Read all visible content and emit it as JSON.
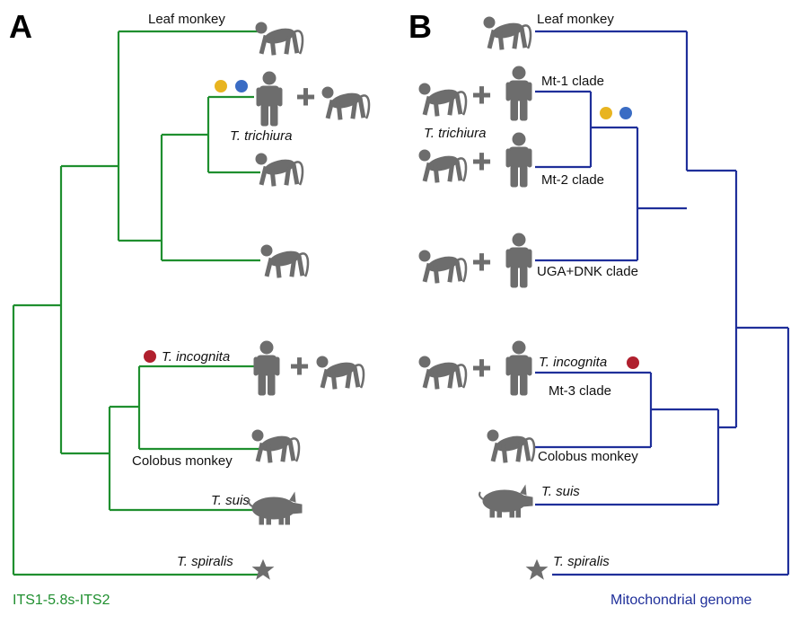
{
  "panels": {
    "a": {
      "letter": "A",
      "footer": "ITS1-5.8s-ITS2"
    },
    "b": {
      "letter": "B",
      "footer": "Mitochondrial genome"
    }
  },
  "labels": {
    "a_leaf_monkey": "Leaf monkey",
    "a_t_trichiura": "T. trichiura",
    "a_t_incognita": "T. incognita",
    "a_colobus": "Colobus monkey",
    "a_t_suis": "T. suis",
    "a_t_spiralis": "T. spiralis",
    "b_leaf_monkey": "Leaf monkey",
    "b_mt1": "Mt-1 clade",
    "b_t_trichiura": "T. trichiura",
    "b_mt2": "Mt-2 clade",
    "b_uga": "UGA+DNK clade",
    "b_t_incognita": "T. incognita",
    "b_mt3": "Mt-3 clade",
    "b_colobus": "Colobus monkey",
    "b_t_suis": "T. suis",
    "b_t_spiralis": "T. spiralis"
  },
  "symbols": {
    "plus": "+"
  },
  "colors": {
    "its_tree": "#1f8f2f",
    "mito_tree": "#1f2f9a",
    "silhouette": "#6d6d6d",
    "dot_yellow": "#e8b420",
    "dot_blue": "#3a6cc4",
    "dot_red": "#b0202e"
  },
  "icons": [
    "monkey-icon",
    "human-icon",
    "pig-icon",
    "star-icon",
    "colored-dot"
  ]
}
